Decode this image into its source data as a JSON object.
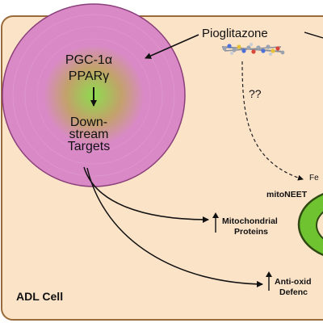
{
  "cell_label": "ADL Cell",
  "drug": {
    "name": "Pioglitazone"
  },
  "nucleus": {
    "line1": "PGC-1α",
    "line2": "PPARγ",
    "line3": "Down-",
    "line4": "stream",
    "line5": "Targets"
  },
  "unknown_pathway_label": "??",
  "outputs": {
    "mito_proteins_line1": "Mitochondrial",
    "mito_proteins_line2": "Proteins",
    "antioxidant_line1": "Anti-oxid",
    "antioxidant_line2": "Defenc"
  },
  "mitoneet_label": "mitoNEET",
  "fe_label": "Fe",
  "colors": {
    "cell_fill": "#fbe3c8",
    "cell_border": "#9a6a3a",
    "nucleus_fill": "#d98ac6",
    "nucleus_center": "#7dd44a",
    "mito_fill": "#6fc230",
    "mito_border": "#2e4a12"
  }
}
